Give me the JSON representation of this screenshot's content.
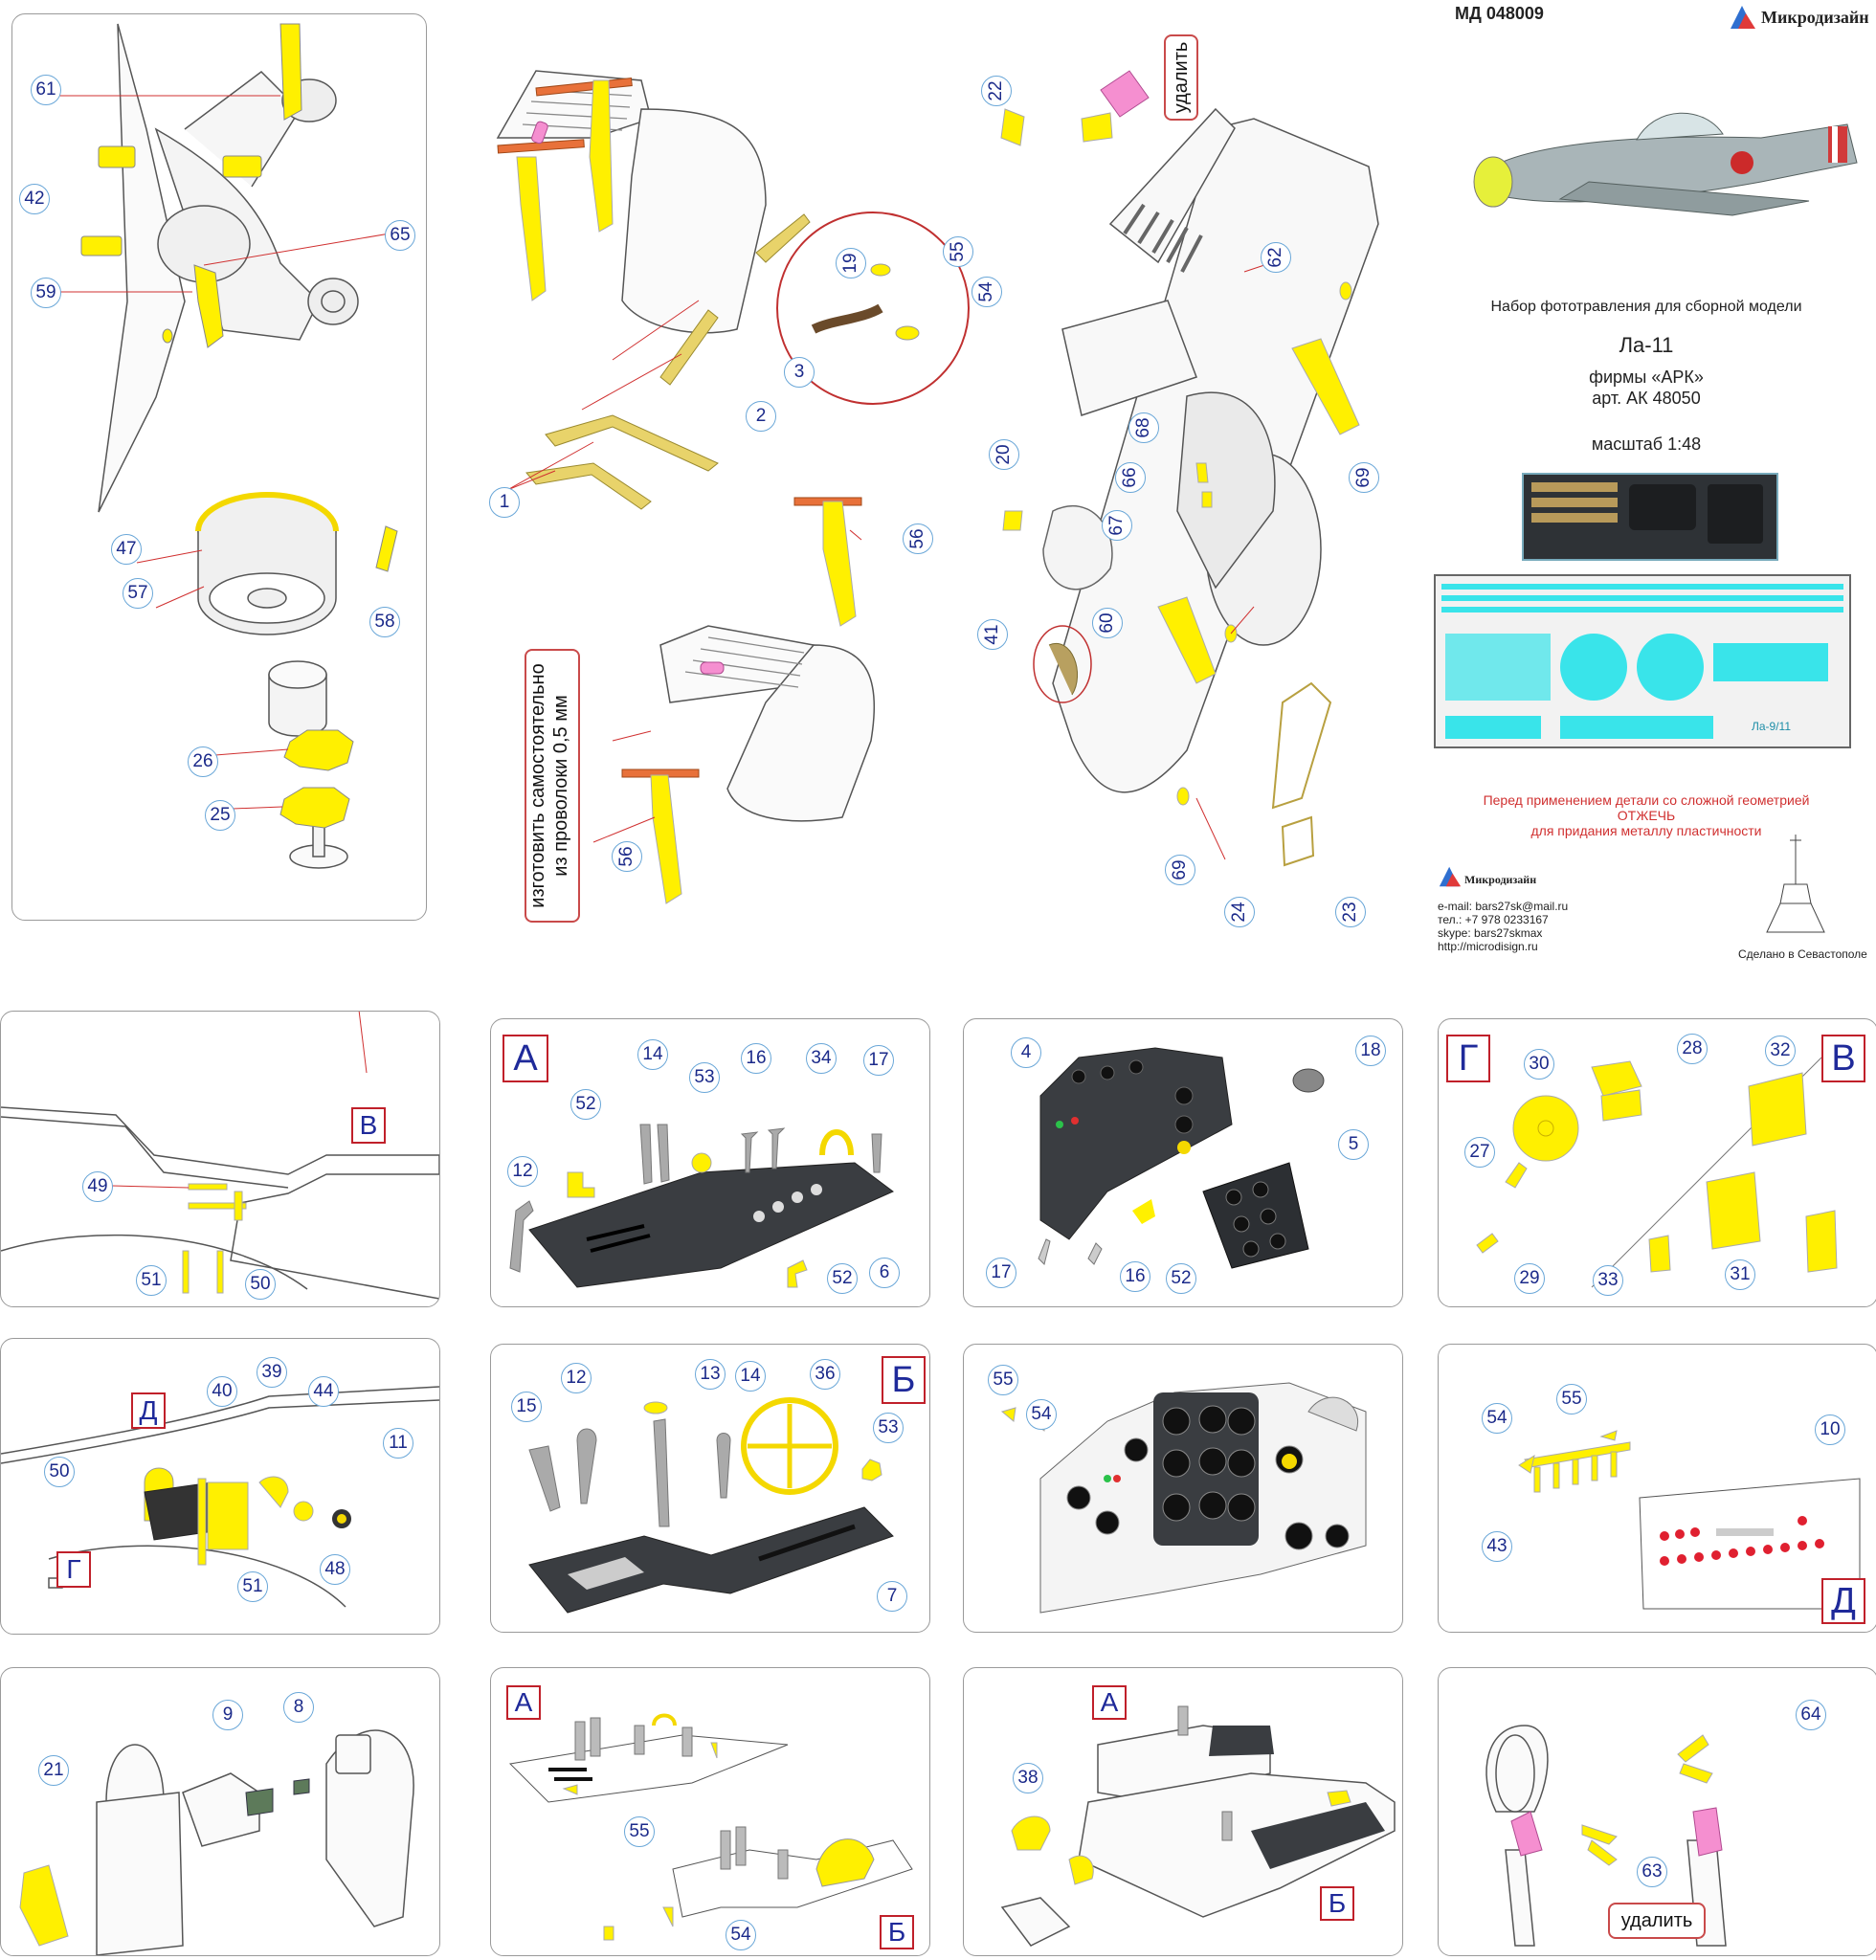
{
  "header": {
    "code": "МД 048009",
    "brand": "Микродизайн"
  },
  "info": {
    "subtitle": "Набор фототравления для сборной модели",
    "model": "Ла-11",
    "maker": "фирмы «АРК»",
    "article": "арт. АК 48050",
    "scale": "масштаб 1:48",
    "warning_line1": "Перед применением детали со сложной геометрией",
    "warning_line2": "ОТЖЕЧЬ",
    "warning_line3": "для придания металлу пластичности",
    "fret_small_label": "Ла-9/11",
    "contact_brand": "Микродизайн",
    "email": "e-mail: bars27sk@mail.ru",
    "phone": "тел.: +7 978 0233167",
    "skype": "skype: bars27skmax",
    "site": "http://microdisign.ru",
    "made_in": "Сделано в Севастополе"
  },
  "notes": {
    "remove": "удалить",
    "wire_line1": "изготовить самостоятельно",
    "wire_line2": "из проволоки 0,5 мм"
  },
  "letters": {
    "A": "А",
    "B": "Б",
    "V": "В",
    "G": "Г",
    "D": "Д"
  },
  "parts": {
    "p1": "1",
    "p2": "2",
    "p3": "3",
    "p4": "4",
    "p5": "5",
    "p6": "6",
    "p7": "7",
    "p8": "8",
    "p9": "9",
    "p10": "10",
    "p11": "11",
    "p12": "12",
    "p13": "13",
    "p14": "14",
    "p15": "15",
    "p16": "16",
    "p17": "17",
    "p18": "18",
    "p19": "19",
    "p20": "20",
    "p21": "21",
    "p22": "22",
    "p23": "23",
    "p24": "24",
    "p25": "25",
    "p26": "26",
    "p27": "27",
    "p28": "28",
    "p29": "29",
    "p30": "30",
    "p31": "31",
    "p32": "32",
    "p33": "33",
    "p34": "34",
    "p36": "36",
    "p38": "38",
    "p39": "39",
    "p40": "40",
    "p41": "41",
    "p42": "42",
    "p43": "43",
    "p44": "44",
    "p47": "47",
    "p48": "48",
    "p49": "49",
    "p50": "50",
    "p51": "51",
    "p52": "52",
    "p53": "53",
    "p54": "54",
    "p55": "55",
    "p56": "56",
    "p57": "57",
    "p58": "58",
    "p59": "59",
    "p60": "60",
    "p61": "61",
    "p62": "62",
    "p63": "63",
    "p64": "64",
    "p65": "65",
    "p66": "66",
    "p67": "67",
    "p68": "68",
    "p69": "69"
  },
  "colors": {
    "part_yellow": "#fff000",
    "leader_red": "#d03030",
    "number_blue": "#1b2a8a",
    "letter_red": "#c0202a",
    "panel_dark": "#3a3d41",
    "fret_cyan": "#39e4ea"
  }
}
